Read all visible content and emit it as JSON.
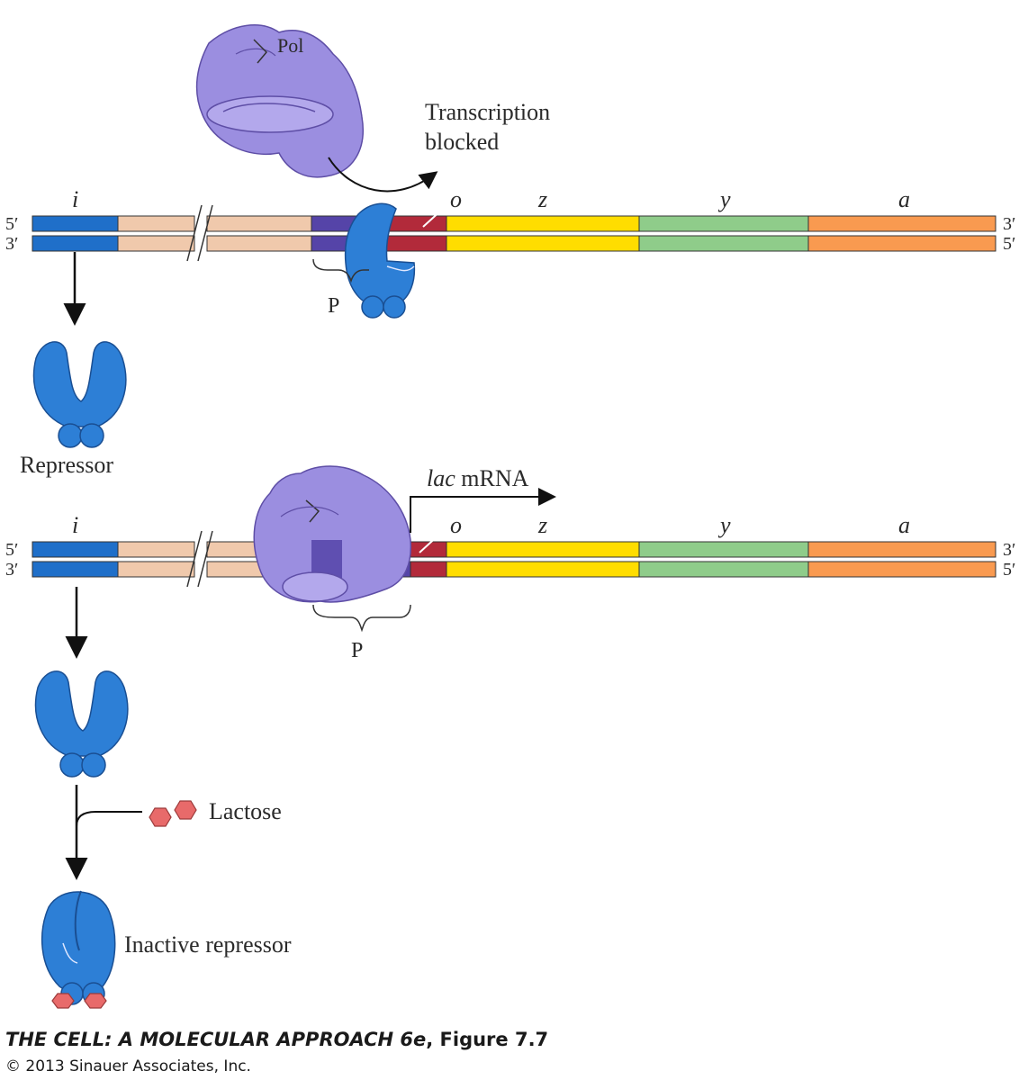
{
  "genes": {
    "i": "i",
    "o": "o",
    "z": "z",
    "y": "y",
    "a": "a"
  },
  "strand_ends": {
    "top_left": "5′",
    "bottom_left": "3′",
    "top_right": "3′",
    "bottom_right": "5′"
  },
  "labels": {
    "pol": "Pol",
    "transcription_blocked_line1": "Transcription",
    "transcription_blocked_line2": "blocked",
    "promoter": "P",
    "repressor": "Repressor",
    "lac_italic": "lac",
    "mrna": " mRNA",
    "lactose": "Lactose",
    "inactive_repressor": "Inactive repressor"
  },
  "caption": {
    "title_italic": "THE CELL: A MOLECULAR APPROACH 6e",
    "title_rest": ", Figure 7.7",
    "copyright": "© 2013 Sinauer Associates, Inc."
  },
  "colors": {
    "i_gene": "#1f6fc9",
    "spacer": "#f0c9ac",
    "promoter": "#5544a8",
    "operator": "#b22a3a",
    "z_gene": "#ffdd00",
    "y_gene": "#8fcc8a",
    "a_gene": "#f99a50",
    "repressor": "#2d7fd6",
    "polymerase": "#9b8ee0",
    "lactose": "#e86a6a"
  }
}
